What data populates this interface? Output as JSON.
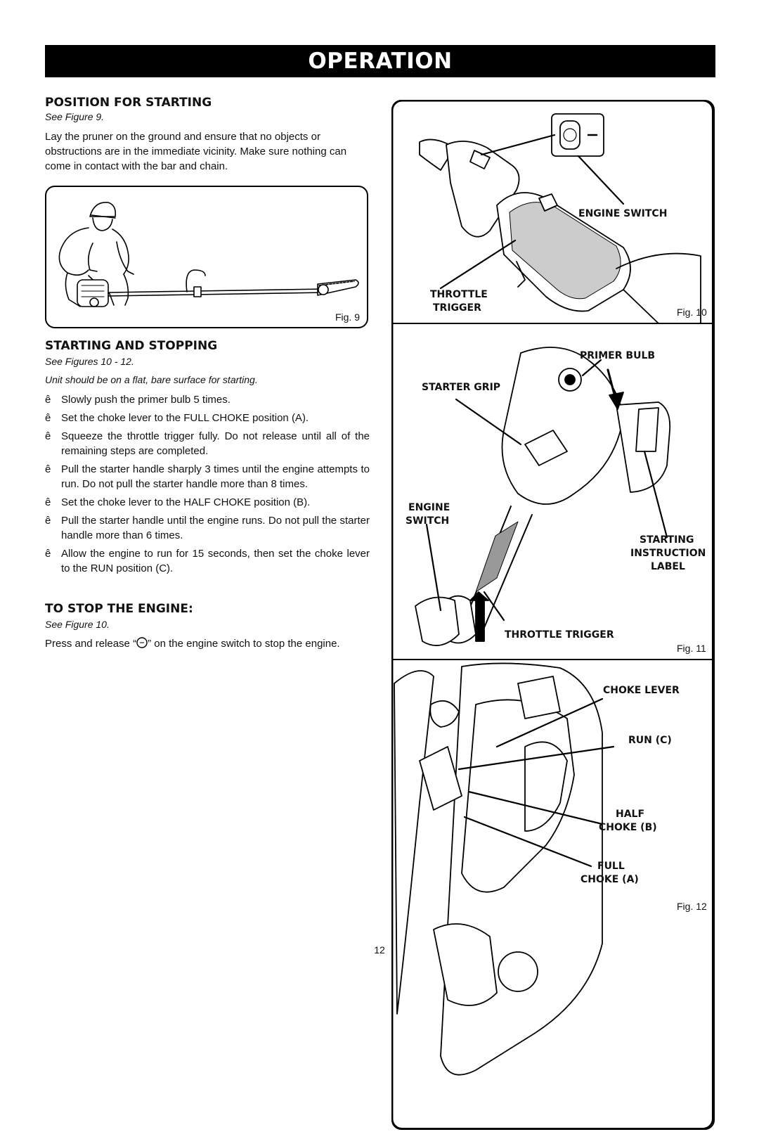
{
  "banner": "OPERATION",
  "position_for_starting": {
    "heading": "POSITION FOR STARTING",
    "see": "See Figure 9.",
    "body": "Lay the pruner on the ground and ensure that no objects or obstructions are in the immediate vicinity. Make sure nothing can come in contact with the bar and chain."
  },
  "starting_and_stopping": {
    "heading": "STARTING AND STOPPING",
    "see": "See Figures 10 - 12.",
    "note": "Unit should be on a flat, bare surface for starting.",
    "bullet_mark": "ê",
    "steps": [
      "Slowly push the primer bulb 5 times.",
      "Set the choke lever to the FULL CHOKE position (A).",
      "Squeeze the throttle trigger fully. Do not release until all of the remaining steps are completed.",
      "Pull the starter handle sharply 3 times until the engine attempts to run. Do not pull the starter handle more than 8 times.",
      "Set the choke lever to the HALF CHOKE position (B).",
      "Pull the starter handle until the engine runs. Do not pull the starter handle more than 6 times.",
      "Allow the engine to run for 15 seconds, then set the choke lever to the RUN position (C)."
    ]
  },
  "to_stop": {
    "heading": "TO STOP THE ENGINE:",
    "see": "See Figure 10.",
    "body_before": "Press and release “",
    "body_after": "” on the engine switch to stop the engine.",
    "stop_symbol_text": "STOP"
  },
  "figures": {
    "fig9": {
      "caption": "Fig. 9"
    },
    "fig10": {
      "caption": "Fig. 10",
      "labels": {
        "engine_switch": "ENGINE SWITCH",
        "throttle_trigger_1": "THROTTLE",
        "throttle_trigger_2": "TRIGGER"
      }
    },
    "fig11": {
      "caption": "Fig. 11",
      "labels": {
        "primer_bulb": "PRIMER BULB",
        "starter_grip": "STARTER GRIP",
        "engine_switch_1": "ENGINE",
        "engine_switch_2": "SWITCH",
        "starting_1": "STARTING",
        "starting_2": "INSTRUCTION",
        "starting_3": "LABEL",
        "throttle_trigger": "THROTTLE TRIGGER"
      }
    },
    "fig12": {
      "caption": "Fig. 12",
      "labels": {
        "choke_lever": "CHOKE LEVER",
        "run": "RUN (C)",
        "half_1": "HALF",
        "half_2": "CHOKE (B)",
        "full_1": "FULL",
        "full_2": "CHOKE (A)"
      }
    }
  },
  "page_number": "12"
}
